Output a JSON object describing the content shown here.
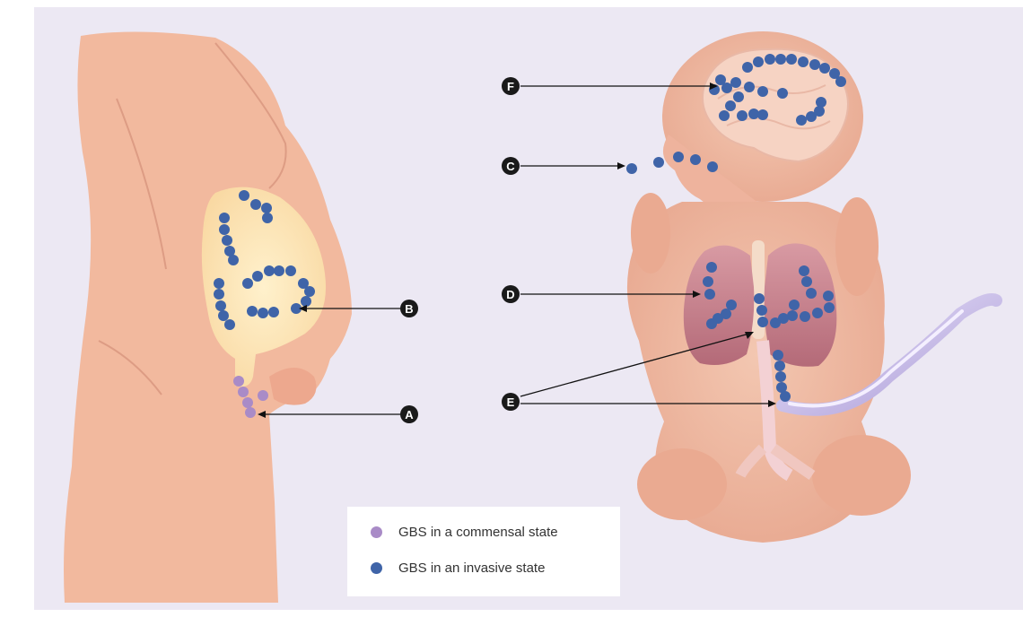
{
  "colors": {
    "background": "#ece8f3",
    "skin": "#f2b99e",
    "commensal": "#a98bc7",
    "invasive": "#3f64a8",
    "badge": "#1a1a1a"
  },
  "markers": [
    {
      "id": "A",
      "label": "A"
    },
    {
      "id": "B",
      "label": "B"
    },
    {
      "id": "C",
      "label": "C"
    },
    {
      "id": "D",
      "label": "D"
    },
    {
      "id": "E",
      "label": "E"
    },
    {
      "id": "F",
      "label": "F"
    }
  ],
  "legend": {
    "commensal": "GBS in a commensal state",
    "invasive": "GBS in an invasive state"
  }
}
